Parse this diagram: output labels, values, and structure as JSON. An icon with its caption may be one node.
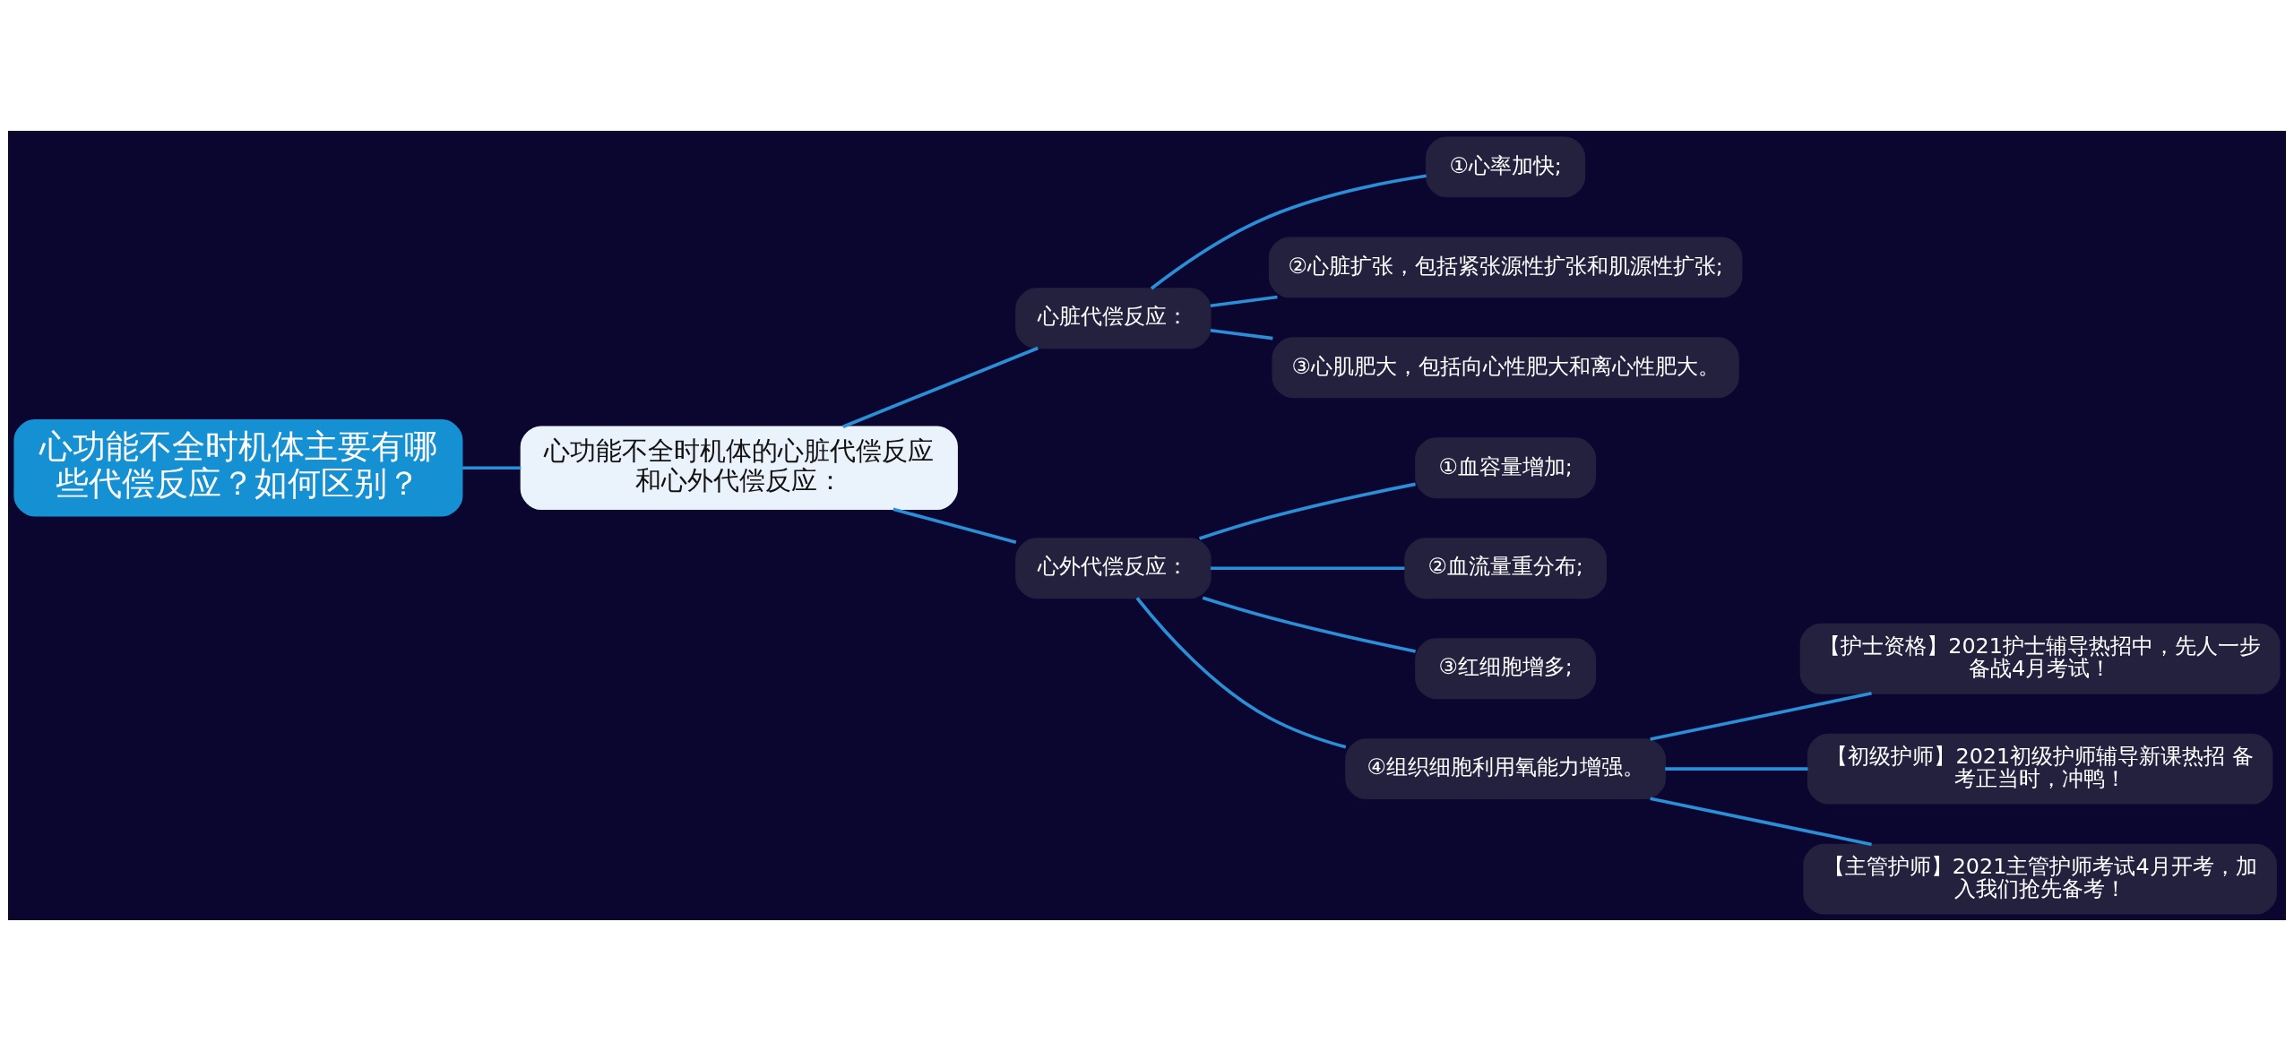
{
  "diagram": {
    "nodes": [
      {
        "text": [
          "心功能不全时机体主要有哪些代偿反应？如何区别？"
        ]
      },
      {
        "text": [
          "心功能不全时机体的心脏代偿反应和心外代偿反应："
        ]
      },
      {
        "text": [
          "心脏代偿反应："
        ]
      },
      {
        "text": [
          "①心率加快;"
        ]
      },
      {
        "text": [
          "②心脏扩张，包括紧张源性扩张和肌源性扩张;"
        ]
      },
      {
        "text": [
          "③心肌肥大，包括向心性肥大和离心性肥大。"
        ]
      },
      {
        "text": [
          "心外代偿反应："
        ]
      },
      {
        "text": [
          "①血容量增加;"
        ]
      },
      {
        "text": [
          "②血流量重分布;"
        ]
      },
      {
        "text": [
          "③红细胞增多;"
        ]
      },
      {
        "text": [
          "④组织细胞利用氧能力增强。"
        ]
      },
      {
        "text": [
          "【护士资格】2021护士辅导热招中，先人一步备战4月考试！"
        ]
      },
      {
        "text": [
          "【初级护师】2021初级护师辅导新课热招 备考正当时，冲鸭！"
        ]
      },
      {
        "text": [
          "【主管护师】2021主管护师考试4月开考，加入我们抢先备考！"
        ]
      }
    ],
    "edges": [
      {
        "from": 0,
        "to": 1,
        "arrow": "none"
      },
      {
        "from": 1,
        "to": 2,
        "arrow": "none"
      },
      {
        "from": 2,
        "to": 3,
        "arrow": "none"
      },
      {
        "from": 2,
        "to": 4,
        "arrow": "none"
      },
      {
        "from": 2,
        "to": 5,
        "arrow": "none"
      },
      {
        "from": 1,
        "to": 6,
        "arrow": "none"
      },
      {
        "from": 6,
        "to": 7,
        "arrow": "none"
      },
      {
        "from": 6,
        "to": 8,
        "arrow": "none"
      },
      {
        "from": 6,
        "to": 9,
        "arrow": "none"
      },
      {
        "from": 6,
        "to": 10,
        "arrow": "none"
      },
      {
        "from": 10,
        "to": 11,
        "arrow": "none"
      },
      {
        "from": 10,
        "to": 12,
        "arrow": "none"
      },
      {
        "from": 10,
        "to": 13,
        "arrow": "none"
      }
    ]
  }
}
